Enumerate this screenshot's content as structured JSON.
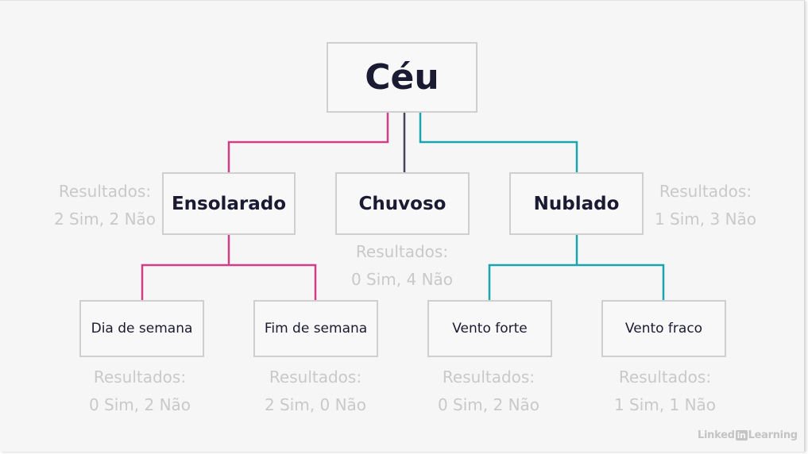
{
  "colors": {
    "magenta": "#cf3f86",
    "slate": "#44425e",
    "teal": "#1aa4ad",
    "node_border": "#cfcfcf",
    "node_text": "#1b1a33",
    "result_text": "#c9c9c9"
  },
  "tree": {
    "root": "Céu",
    "branches": {
      "sunny": {
        "label": "Ensolarado",
        "result": {
          "title": "Resultados:",
          "counts": "2 Sim, 2 Não"
        },
        "children": {
          "weekday": {
            "label": "Dia de semana",
            "result": {
              "title": "Resultados:",
              "counts": "0 Sim, 2 Não"
            }
          },
          "weekend": {
            "label": "Fim de semana",
            "result": {
              "title": "Resultados:",
              "counts": "2 Sim, 0 Não"
            }
          }
        }
      },
      "rainy": {
        "label": "Chuvoso",
        "result": {
          "title": "Resultados:",
          "counts": "0 Sim, 4 Não"
        }
      },
      "cloudy": {
        "label": "Nublado",
        "result": {
          "title": "Resultados:",
          "counts": "1 Sim, 3 Não"
        },
        "children": {
          "strong_wind": {
            "label": "Vento forte",
            "result": {
              "title": "Resultados:",
              "counts": "0 Sim, 2 Não"
            }
          },
          "weak_wind": {
            "label": "Vento fraco",
            "result": {
              "title": "Resultados:",
              "counts": "1 Sim, 1 Não"
            }
          }
        }
      }
    }
  },
  "watermark": {
    "pre": "Linked",
    "in": "in",
    "post": "Learning"
  }
}
